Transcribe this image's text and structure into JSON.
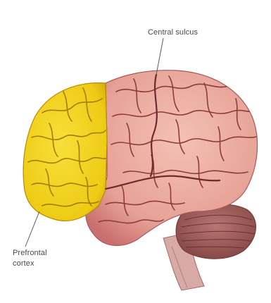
{
  "labels": {
    "central_sulcus": "Central sulcus",
    "prefrontal_line1": "Prefrontal",
    "prefrontal_line2": "cortex"
  },
  "colors": {
    "prefrontal": "#f1cf1d",
    "cortex": "#e9a79c",
    "sulcus": "#8e3b3d",
    "cerebellum": "#a1625f",
    "leader": "#5c5c5c"
  }
}
